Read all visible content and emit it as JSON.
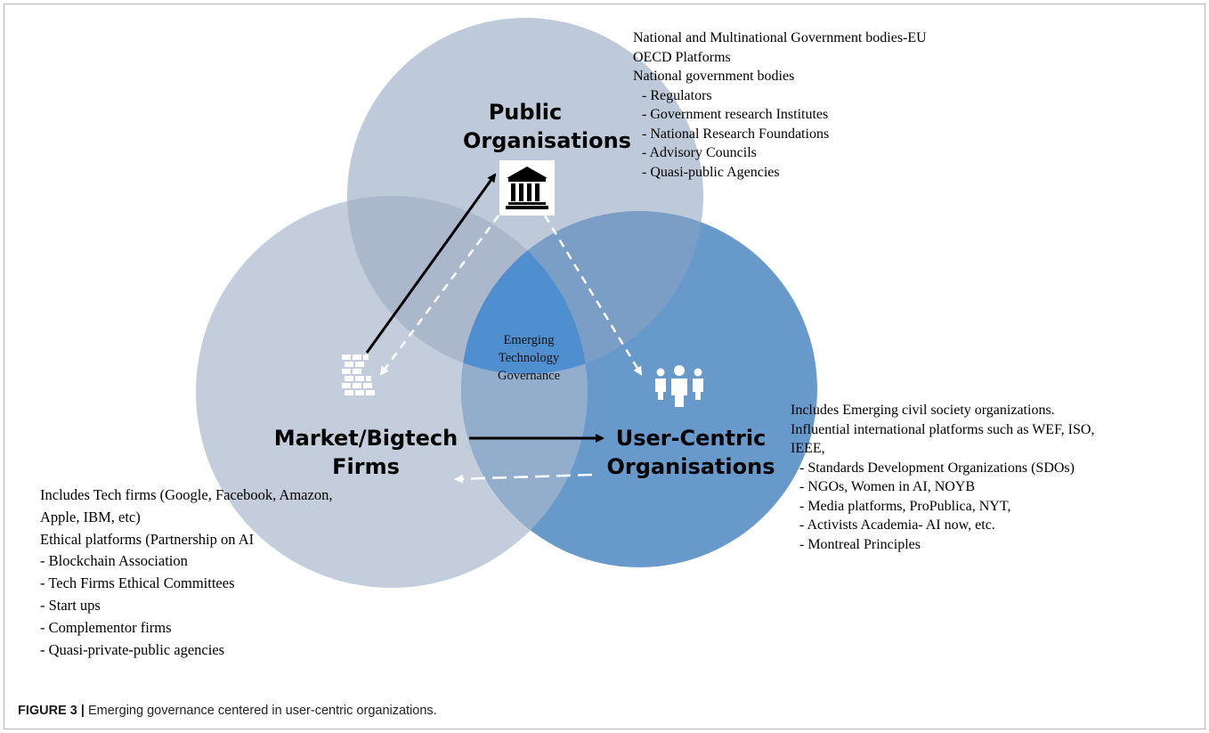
{
  "circles": {
    "public": {
      "title_lines": [
        "Public",
        "Organisations"
      ],
      "icon": "government-building-icon",
      "color": "#b9c5d6"
    },
    "market": {
      "title_lines": [
        "Market/Bigtech",
        "Firms"
      ],
      "icon": "brick-wall-icon",
      "color": "#b9c5d6"
    },
    "user": {
      "title_lines": [
        "User-Centric",
        "Organisations"
      ],
      "icon": "people-group-icon",
      "color": "#4f88c2"
    }
  },
  "center": {
    "lines": [
      "Emerging",
      "Technology",
      "Governance"
    ],
    "color": "#4f8fd0"
  },
  "public_text": {
    "lines": [
      "National and Multinational Government bodies-EU",
      "OECD Platforms",
      "National government bodies",
      "- Regulators",
      "- Government research Institutes",
      "-  National Research Foundations",
      "- Advisory Councils",
      "- Quasi-public Agencies"
    ]
  },
  "market_text": {
    "lines": [
      "Includes Tech firms (Google, Facebook, Amazon,",
      "Apple, IBM, etc)",
      "Ethical platforms (Partnership on AI",
      "- Blockchain Association",
      "- Tech Firms Ethical Committees",
      "- Start ups",
      "- Complementor firms",
      "- Quasi-private-public agencies"
    ]
  },
  "user_text": {
    "lines": [
      "Includes Emerging civil society organizations.",
      "Influential international platforms such as WEF, ISO,",
      "IEEE,",
      "- Standards Development Organizations (SDOs)",
      "- NGOs, Women in AI, NOYB",
      "- Media platforms, ProPublica, NYT,",
      "- Activists Academia- AI now, etc.",
      "- Montreal Principles"
    ]
  },
  "caption": {
    "label": "FIGURE 3 |",
    "text": " Emerging governance centered in user-centric organizations."
  }
}
